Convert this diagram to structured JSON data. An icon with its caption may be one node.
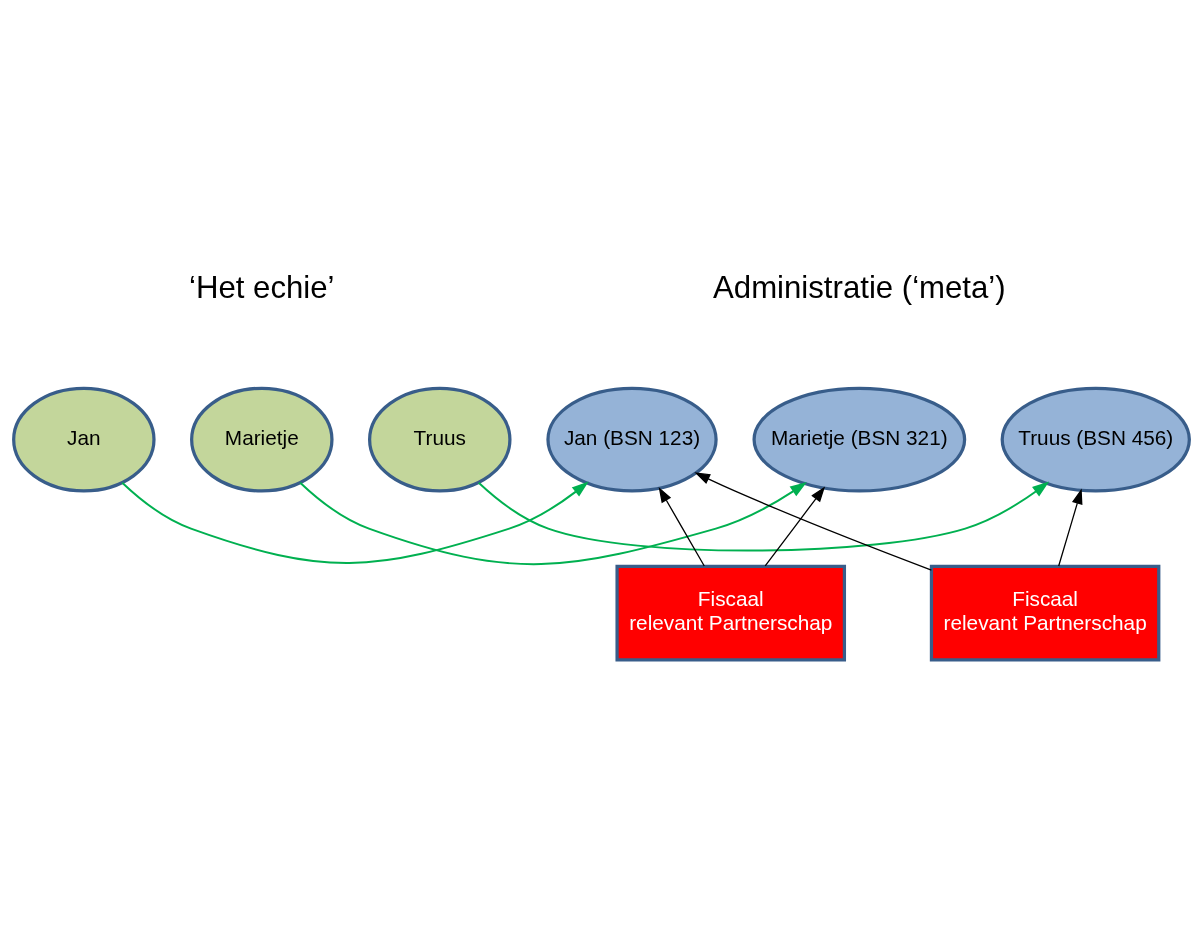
{
  "diagram": {
    "nodes": [
      {
        "text": [
          "Jan"
        ]
      },
      {
        "text": [
          "Marietje"
        ]
      },
      {
        "text": [
          "Truus"
        ]
      },
      {
        "text": [
          "Jan (BSN 123)"
        ]
      },
      {
        "text": [
          "Marietje (BSN 321)"
        ]
      },
      {
        "text": [
          "Truus (BSN 456)"
        ]
      },
      {
        "text": [
          "Fiscaal relevant Partnerschap"
        ]
      },
      {
        "text": [
          "Fiscaal relevant Partnerschap"
        ]
      }
    ],
    "edges": [
      {
        "from": 0,
        "to": 3,
        "arrow": "to",
        "color": "#00b050"
      },
      {
        "from": 1,
        "to": 4,
        "arrow": "to",
        "color": "#00b050"
      },
      {
        "from": 2,
        "to": 5,
        "arrow": "to",
        "color": "#00b050"
      },
      {
        "from": 6,
        "to": 3,
        "arrow": "to"
      },
      {
        "from": 6,
        "to": 4,
        "arrow": "to"
      },
      {
        "from": 7,
        "to": 3,
        "arrow": "to"
      },
      {
        "from": 7,
        "to": 5,
        "arrow": "to"
      }
    ],
    "labels": [
      "‘Het echie’",
      "Administratie (‘meta’)"
    ]
  }
}
